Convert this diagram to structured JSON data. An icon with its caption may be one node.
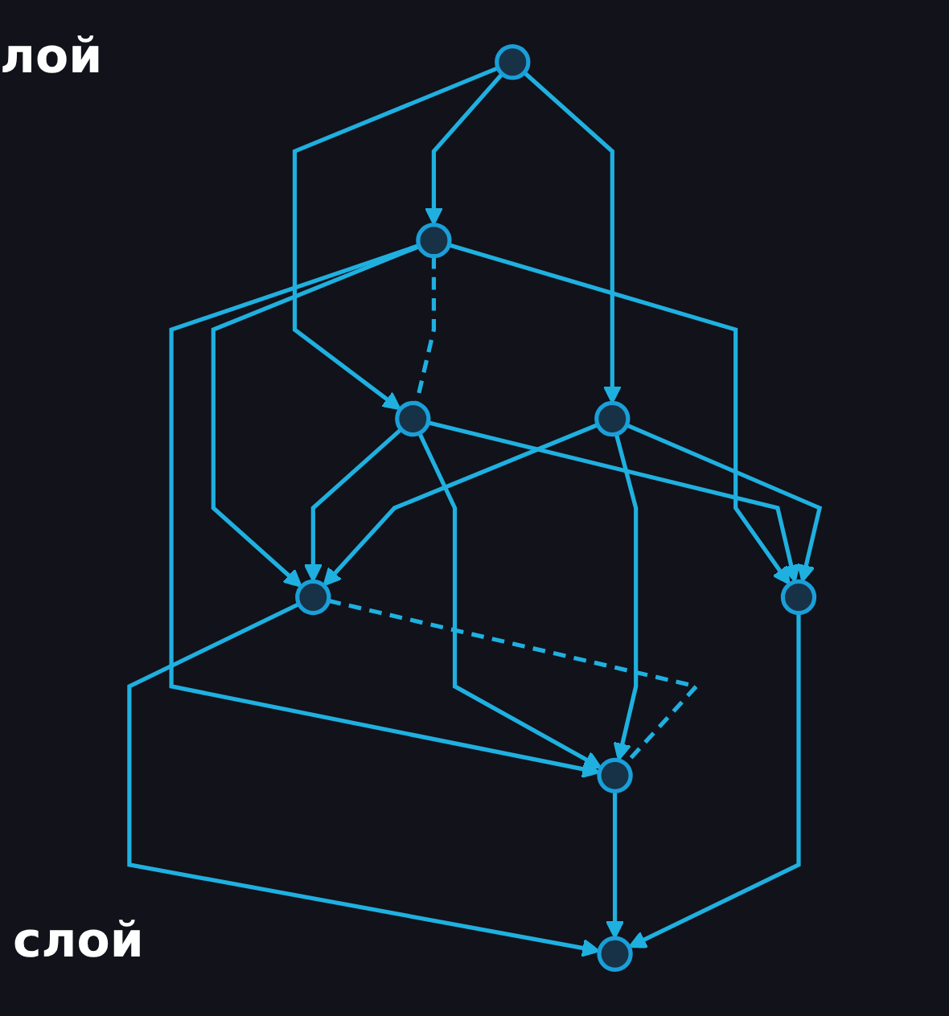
{
  "diagram": {
    "nodes": [
      {
        "text": [],
        "shape": "circle"
      },
      {
        "text": [],
        "shape": "circle"
      },
      {
        "text": [],
        "shape": "circle"
      },
      {
        "text": [],
        "shape": "circle"
      },
      {
        "text": [],
        "shape": "circle"
      },
      {
        "text": [],
        "shape": "circle"
      },
      {
        "text": [],
        "shape": "circle"
      },
      {
        "text": [],
        "shape": "circle"
      }
    ],
    "edges": [
      {
        "from": 0,
        "to": 1,
        "arrow": "to"
      },
      {
        "from": 0,
        "to": 2,
        "arrow": "to"
      },
      {
        "from": 0,
        "to": 3,
        "arrow": "to"
      },
      {
        "from": 1,
        "to": 2,
        "arrow": "none",
        "style": "dashed"
      },
      {
        "from": 1,
        "to": 4,
        "arrow": "to"
      },
      {
        "from": 1,
        "to": 5,
        "arrow": "to"
      },
      {
        "from": 1,
        "to": 6,
        "arrow": "to"
      },
      {
        "from": 2,
        "to": 4,
        "arrow": "to"
      },
      {
        "from": 2,
        "to": 5,
        "arrow": "to"
      },
      {
        "from": 2,
        "to": 6,
        "arrow": "to"
      },
      {
        "from": 3,
        "to": 4,
        "arrow": "to"
      },
      {
        "from": 3,
        "to": 5,
        "arrow": "to"
      },
      {
        "from": 3,
        "to": 6,
        "arrow": "to"
      },
      {
        "from": 4,
        "to": 5,
        "arrow": "none",
        "style": "dashed"
      },
      {
        "from": 4,
        "to": 7,
        "arrow": "to"
      },
      {
        "from": 5,
        "to": 7,
        "arrow": "to"
      },
      {
        "from": 6,
        "to": 7,
        "arrow": "to"
      }
    ],
    "labels": [
      "лой",
      "слой"
    ]
  }
}
